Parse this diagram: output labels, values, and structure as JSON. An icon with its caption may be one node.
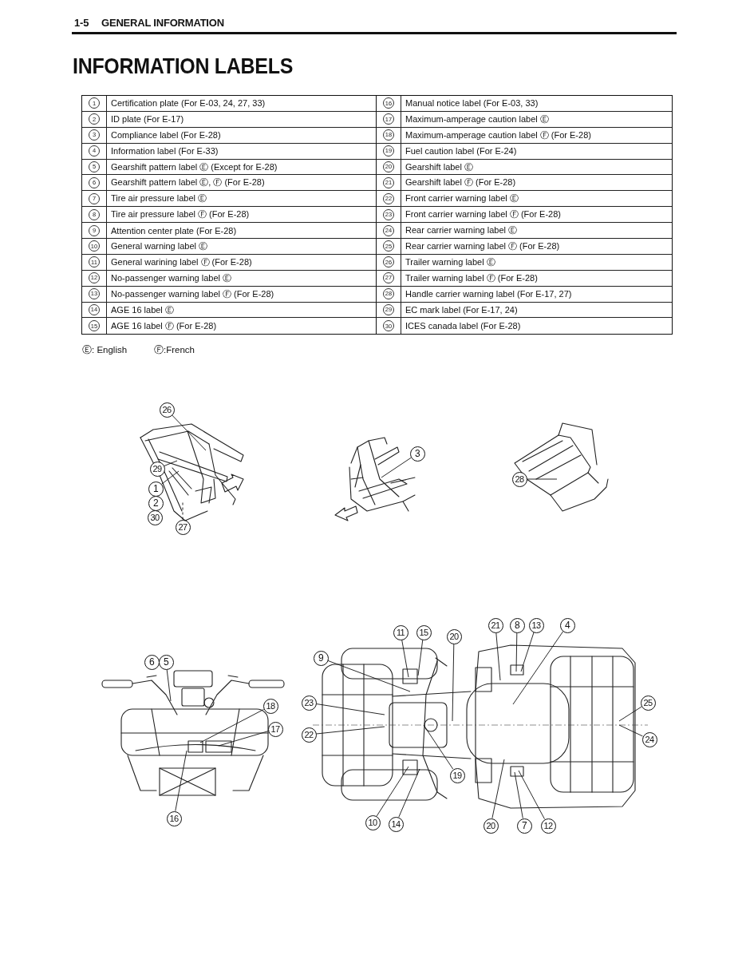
{
  "diagram": {
    "title": "INFORMATION LABELS",
    "nodes": [
      {
        "text": [
          "26"
        ]
      },
      {
        "text": [
          "29"
        ]
      },
      {
        "text": [
          "1"
        ]
      },
      {
        "text": [
          "2"
        ]
      },
      {
        "text": [
          "30"
        ]
      },
      {
        "text": [
          "27"
        ]
      },
      {
        "text": [
          "3"
        ]
      },
      {
        "text": [
          "28"
        ]
      },
      {
        "text": [
          "6"
        ]
      },
      {
        "text": [
          "5"
        ]
      },
      {
        "text": [
          "18"
        ]
      },
      {
        "text": [
          "17"
        ]
      },
      {
        "text": [
          "16"
        ]
      },
      {
        "text": [
          "11"
        ]
      },
      {
        "text": [
          "15"
        ]
      },
      {
        "text": [
          "20"
        ]
      },
      {
        "text": [
          "21"
        ]
      },
      {
        "text": [
          "8"
        ]
      },
      {
        "text": [
          "13"
        ]
      },
      {
        "text": [
          "4"
        ]
      },
      {
        "text": [
          "9"
        ]
      },
      {
        "text": [
          "23"
        ]
      },
      {
        "text": [
          "22"
        ]
      },
      {
        "text": [
          "25"
        ]
      },
      {
        "text": [
          "24"
        ]
      },
      {
        "text": [
          "19"
        ]
      },
      {
        "text": [
          "10"
        ]
      },
      {
        "text": [
          "14"
        ]
      },
      {
        "text": [
          "20"
        ]
      },
      {
        "text": [
          "7"
        ]
      },
      {
        "text": [
          "12"
        ]
      }
    ],
    "edges": [
      {
        "from": 0,
        "to": null,
        "arrow": "none"
      },
      {
        "from": 1,
        "to": null,
        "arrow": "none"
      },
      {
        "from": 2,
        "to": null,
        "arrow": "none"
      },
      {
        "from": 5,
        "to": null,
        "arrow": "none",
        "style": "dashed"
      },
      {
        "from": 6,
        "to": null,
        "arrow": "none"
      },
      {
        "from": 7,
        "to": null,
        "arrow": "none"
      },
      {
        "from": 9,
        "to": null,
        "arrow": "none"
      },
      {
        "from": 10,
        "to": null,
        "arrow": "none"
      },
      {
        "from": 11,
        "to": null,
        "arrow": "none"
      },
      {
        "from": 12,
        "to": null,
        "arrow": "none"
      },
      {
        "from": 13,
        "to": null,
        "arrow": "none"
      },
      {
        "from": 14,
        "to": null,
        "arrow": "none"
      },
      {
        "from": 15,
        "to": null,
        "arrow": "none"
      },
      {
        "from": 16,
        "to": null,
        "arrow": "none"
      },
      {
        "from": 17,
        "to": null,
        "arrow": "none"
      },
      {
        "from": 18,
        "to": null,
        "arrow": "none"
      },
      {
        "from": 19,
        "to": null,
        "arrow": "none"
      },
      {
        "from": 20,
        "to": null,
        "arrow": "none"
      },
      {
        "from": 21,
        "to": null,
        "arrow": "none"
      },
      {
        "from": 22,
        "to": null,
        "arrow": "none"
      },
      {
        "from": 23,
        "to": null,
        "arrow": "none"
      },
      {
        "from": 24,
        "to": null,
        "arrow": "none"
      },
      {
        "from": 25,
        "to": null,
        "arrow": "none"
      },
      {
        "from": 26,
        "to": null,
        "arrow": "none"
      },
      {
        "from": 27,
        "to": null,
        "arrow": "none"
      },
      {
        "from": 28,
        "to": null,
        "arrow": "none"
      },
      {
        "from": 29,
        "to": null,
        "arrow": "none"
      },
      {
        "from": 30,
        "to": null,
        "arrow": "none"
      }
    ],
    "labels": [
      "1-5",
      "GENERAL INFORMATION",
      "1",
      "Certification plate (For E-03, 24, 27, 33)",
      "16",
      "Manual notice label (For E-03, 33)",
      "2",
      "ID plate (For E-17)",
      "17",
      "Maximum-amperage caution label Ⓔ",
      "3",
      "Compliance label (For E-28)",
      "18",
      "Maximum-amperage caution label Ⓕ (For E-28)",
      "4",
      "Information label (For E-33)",
      "19",
      "Fuel caution label (For E-24)",
      "5",
      "Gearshift pattern label Ⓔ (Except for E-28)",
      "20",
      "Gearshift label Ⓔ",
      "6",
      "Gearshift pattern label Ⓔ, Ⓕ (For E-28)",
      "21",
      "Gearshift label Ⓕ (For E-28)",
      "7",
      "Tire air pressure label Ⓔ",
      "22",
      "Front carrier warning label Ⓔ",
      "8",
      "Tire air pressure label Ⓕ (For E-28)",
      "23",
      "Front carrier warning label Ⓕ (For E-28)",
      "9",
      "Attention center plate (For E-28)",
      "24",
      "Rear carrier warning label Ⓔ",
      "10",
      "General warning label Ⓔ",
      "25",
      "Rear carrier warning label Ⓕ (For E-28)",
      "11",
      "General warining label Ⓕ (For E-28)",
      "26",
      "Trailer warning label Ⓔ",
      "12",
      "No-passenger warning label Ⓔ",
      "27",
      "Trailer warning label Ⓕ (For E-28)",
      "13",
      "No-passenger warning label Ⓕ (For E-28)",
      "28",
      "Handle carrier warning label (For E-17, 27)",
      "14",
      "AGE 16 label Ⓔ",
      "29",
      "EC mark label (For E-17, 24)",
      "15",
      "AGE 16 label Ⓕ (For E-28)",
      "30",
      "ICES canada label (For E-28)",
      "Ⓔ: English",
      "Ⓕ:French"
    ]
  }
}
